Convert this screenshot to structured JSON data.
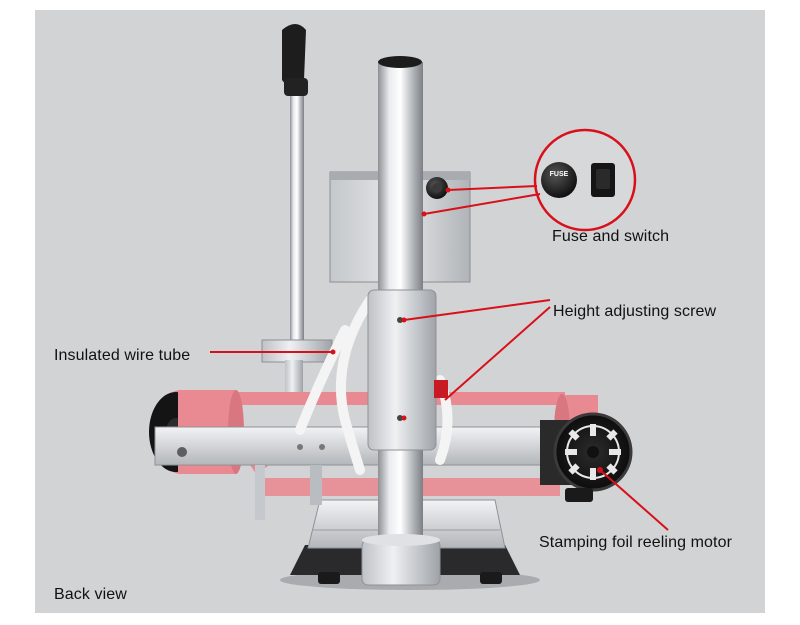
{
  "labels": {
    "fuse_switch": "Fuse and switch",
    "height_screw": "Height adjusting screw",
    "wire_tube": "Insulated wire tube",
    "foil_motor": "Stamping foil reeling motor",
    "back_view": "Back view"
  },
  "inset": {
    "fuse_cap_text": "FUSE"
  },
  "colors": {
    "background_panel": "#d2d3d5",
    "annotation_red": "#d8101a",
    "foil_pink": "#e98a92",
    "chrome": "#c9cccf",
    "black_parts": "#1c1c1c"
  }
}
